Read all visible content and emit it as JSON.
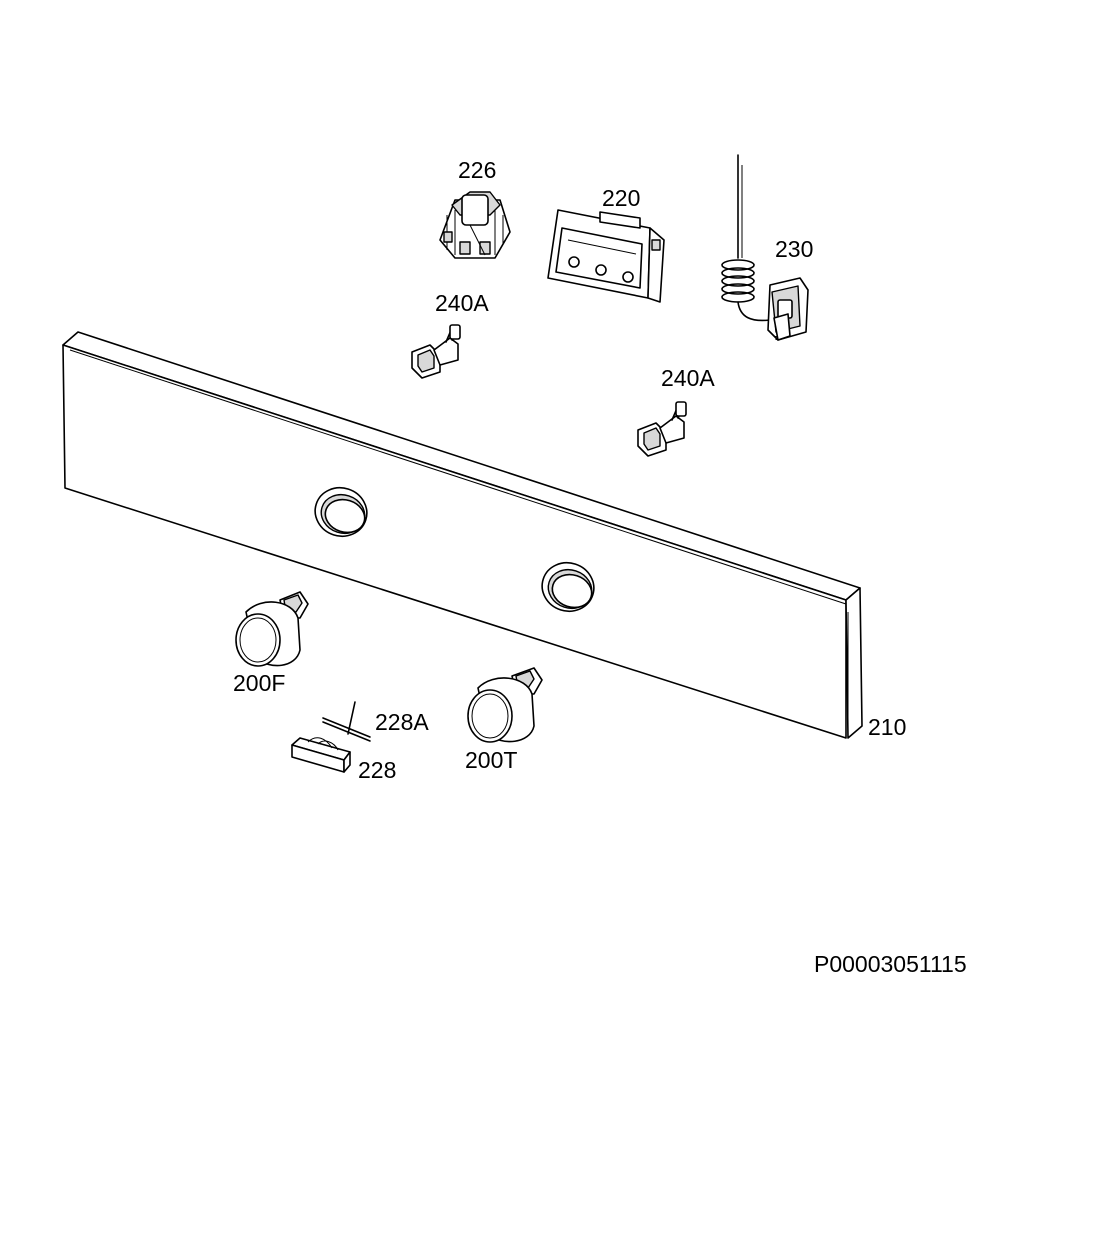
{
  "diagram": {
    "parts": [
      {
        "id": "226",
        "label": "226",
        "icon": "switch-block-icon"
      },
      {
        "id": "220",
        "label": "220",
        "icon": "indicator-panel-icon"
      },
      {
        "id": "230",
        "label": "230",
        "icon": "thermostat-icon"
      },
      {
        "id": "240A-left",
        "label": "240A",
        "icon": "lamp-holder-icon"
      },
      {
        "id": "240A-right",
        "label": "240A",
        "icon": "lamp-holder-icon"
      },
      {
        "id": "210",
        "label": "210",
        "icon": "control-panel-icon"
      },
      {
        "id": "200F",
        "label": "200F",
        "icon": "knob-icon"
      },
      {
        "id": "200T",
        "label": "200T",
        "icon": "knob-icon"
      },
      {
        "id": "228A",
        "label": "228A",
        "icon": "pin-icon"
      },
      {
        "id": "228",
        "label": "228",
        "icon": "connector-icon"
      }
    ],
    "drawing_code": "P00003051115"
  }
}
